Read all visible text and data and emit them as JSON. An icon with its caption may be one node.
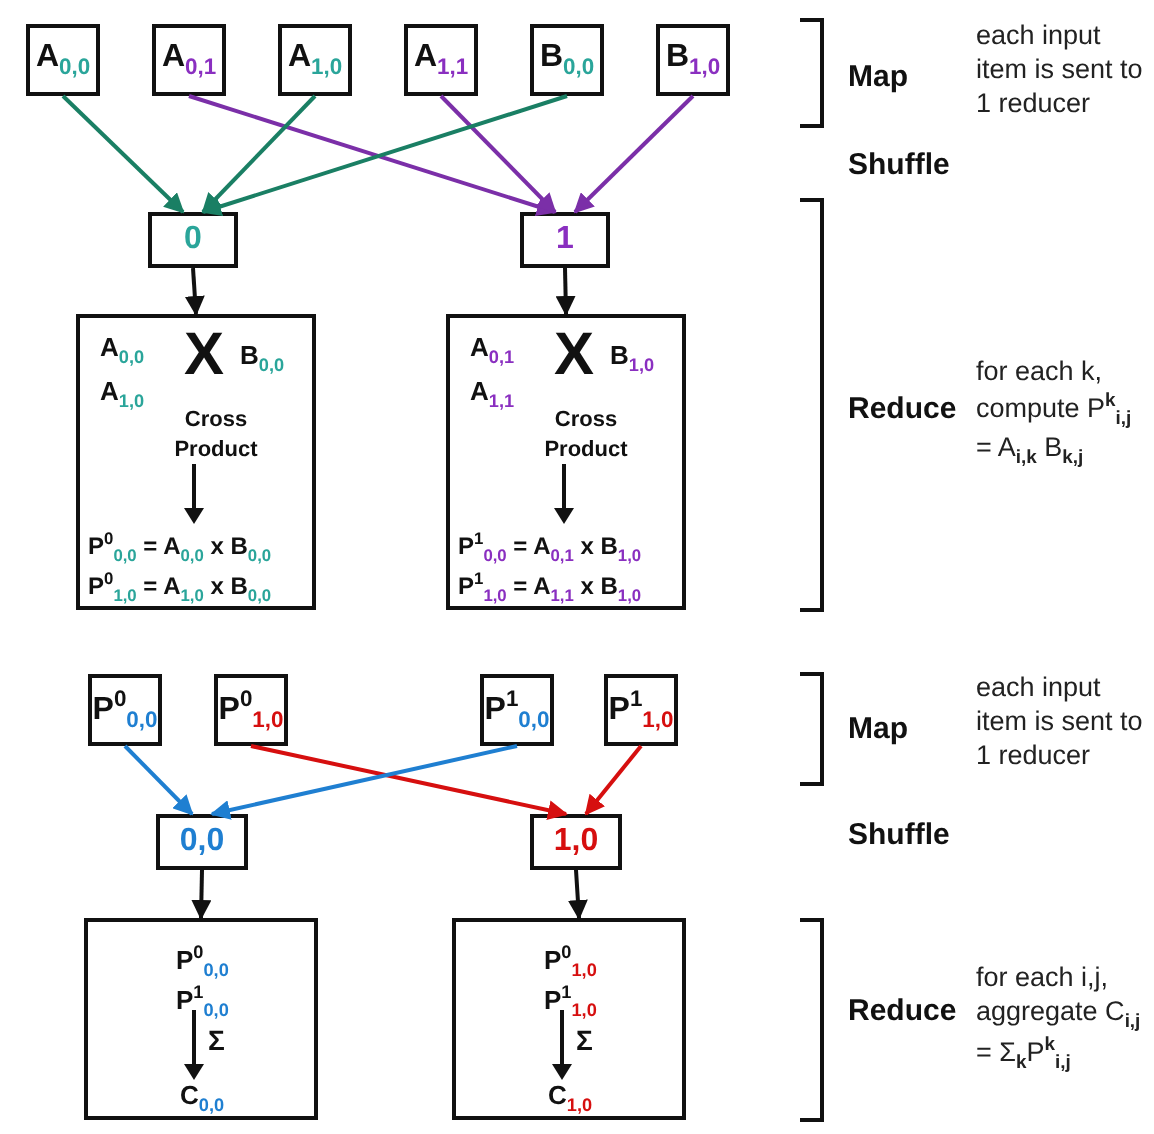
{
  "diagram": {
    "nodes": [
      {
        "text": [
          "A$_{0,0}$"
        ]
      },
      {
        "text": [
          "A$_{0,1}$"
        ]
      },
      {
        "text": [
          "A$_{1,0}$"
        ]
      },
      {
        "text": [
          "A$_{1,1}$"
        ]
      },
      {
        "text": [
          "B$_{0,0}$"
        ]
      },
      {
        "text": [
          "B$_{1,0}$"
        ]
      },
      {
        "text": [
          "0"
        ]
      },
      {
        "text": [
          "1"
        ]
      },
      {
        "text": [
          "A$_{0,0}$",
          "A$_{1,0}$",
          "X",
          "B$_{0,0}$",
          "Cross Product",
          "P$^{0}$$_{0,0}$ = A$_{0,0}$ x B$_{0,0}$",
          "P$^{0}$$_{1,0}$ = A$_{1,0}$ x B$_{0,0}$"
        ]
      },
      {
        "text": [
          "A$_{0,1}$",
          "A$_{1,1}$",
          "X",
          "B$_{1,0}$",
          "Cross Product",
          "P$^{1}$$_{0,0}$ = A$_{0,1}$ x B$_{1,0}$",
          "P$^{1}$$_{1,0}$ = A$_{1,1}$ x B$_{1,0}$"
        ]
      },
      {
        "text": [
          "P$^{0}$$_{0,0}$"
        ]
      },
      {
        "text": [
          "P$^{0}$$_{1,0}$"
        ]
      },
      {
        "text": [
          "P$^{1}$$_{0,0}$"
        ]
      },
      {
        "text": [
          "P$^{1}$$_{1,0}$"
        ]
      },
      {
        "text": [
          "0,0"
        ]
      },
      {
        "text": [
          "1,0"
        ]
      },
      {
        "text": [
          "P$^{0}$$_{0,0}$",
          "P$^{1}$$_{0,0}$",
          "Σ",
          "C$_{0,0}$"
        ]
      },
      {
        "text": [
          "P$^{0}$$_{1,0}$",
          "P$^{1}$$_{1,0}$",
          "Σ",
          "C$_{1,0}$"
        ]
      }
    ],
    "edges": [
      {
        "from": 0,
        "to": 6,
        "arrow": "to",
        "color": "#1a7f64"
      },
      {
        "from": 1,
        "to": 7,
        "arrow": "to",
        "color": "#7b2fa8"
      },
      {
        "from": 2,
        "to": 6,
        "arrow": "to",
        "color": "#1a7f64"
      },
      {
        "from": 3,
        "to": 7,
        "arrow": "to",
        "color": "#7b2fa8"
      },
      {
        "from": 4,
        "to": 6,
        "arrow": "to",
        "color": "#1a7f64"
      },
      {
        "from": 5,
        "to": 7,
        "arrow": "to",
        "color": "#7b2fa8"
      },
      {
        "from": 6,
        "to": 8,
        "arrow": "to"
      },
      {
        "from": 7,
        "to": 9,
        "arrow": "to"
      },
      {
        "from": 10,
        "to": 14,
        "arrow": "to",
        "color": "#1f7fd1"
      },
      {
        "from": 11,
        "to": 15,
        "arrow": "to",
        "color": "#d60f0f"
      },
      {
        "from": 12,
        "to": 14,
        "arrow": "to",
        "color": "#1f7fd1"
      },
      {
        "from": 13,
        "to": 15,
        "arrow": "to",
        "color": "#d60f0f"
      },
      {
        "from": 14,
        "to": 16,
        "arrow": "to"
      },
      {
        "from": 15,
        "to": 17,
        "arrow": "to"
      }
    ],
    "labels": [
      "Map",
      "each input item is sent to 1 reducer",
      "Shuffle",
      "Reduce",
      "for each k, compute P$^{k}$$_{i,j}$ = A$_{i,k}$ B$_{k,j}$",
      "Map",
      "each input item is sent to 1 reducer",
      "Shuffle",
      "Reduce",
      "for each i,j, aggregate C$_{i,j}$ = Σ$_{k}$P$^{k}$$_{i,j}$"
    ]
  }
}
